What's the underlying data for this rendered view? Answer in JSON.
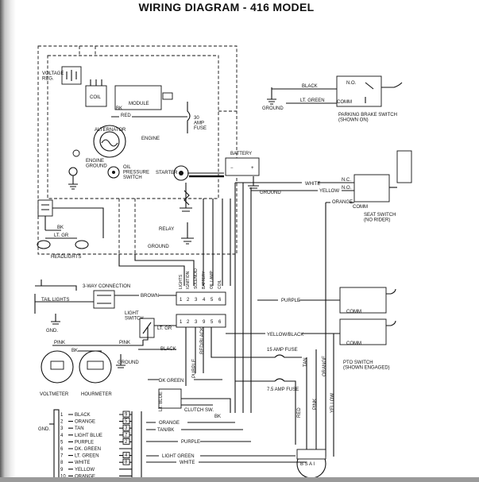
{
  "title": "WIRING DIAGRAM - 416 MODEL",
  "components": {
    "voltage_reg": "VOLTAGE\nREG.",
    "coil": "COIL",
    "bk": "BK",
    "module": "MODULE",
    "red": "RED",
    "fuse30": "30\nAMP\nFUSE",
    "alternator": "ALTERNATOR",
    "engine": "ENGINE",
    "battery": "BATTERY",
    "engine_ground": "ENGINE\nGROUND",
    "oil_pressure": "OIL\nPRESSURE\nSWITCH",
    "starter": "STARTER",
    "relay": "RELAY",
    "ground": "GROUND",
    "lt_gr": "LT. GR",
    "headlights": "HEADLIGHTS",
    "three_way": "3-WAY CONNECTION",
    "brown": "BROWN",
    "tail_lights": "TAIL LIGHTS",
    "gnd": "GND.",
    "light_switch": "LIGHT\nSWITCH",
    "pink": "PINK",
    "black": "BLACK",
    "voltmeter": "VOLTMETER",
    "hourmeter": "HOURMETER",
    "dk_green": "DK GREEN",
    "lt_blue": "LT. BLUE",
    "clutch_sw": "CLUTCH SW.",
    "purple": "PURPLE",
    "red_black": "RED/BLACK",
    "fuse15": "15 AMP FUSE",
    "fuse75": "7.5 AMP FUSE",
    "tan": "TAN",
    "orange": "ORANGE",
    "yellow": "YELLOW",
    "white": "WHITE",
    "lt_green": "LT. GREEN",
    "yellow_black": "YELLOW/BLACK",
    "parking_brake": "PARKING BRAKE SWITCH\n(SHOWN ON)",
    "seat_switch": "SEAT SWITCH\n(NO RIDER)",
    "pto_switch": "PTO SWITCH\n(SHOWN ENGAGED)",
    "nc": "N.C.",
    "no": "N.O.",
    "comm": "COMM",
    "tan_bk": "TAN/BK",
    "light_green": "LIGHT GREEN",
    "key_letters": "B S A I"
  },
  "terminal_block": {
    "labels": [
      "LIGHTS",
      "IGNITION",
      "SOLENOID",
      "BATTERY",
      "OIL LAMP",
      "COIL"
    ],
    "top_numbers": [
      "1",
      "2",
      "3",
      "4",
      "5",
      "6"
    ],
    "bottom_numbers": [
      "1",
      "2",
      "3",
      "9",
      "5",
      "6"
    ]
  },
  "harness": [
    {
      "num": "1",
      "color": "BLACK",
      "pin": "9"
    },
    {
      "num": "2",
      "color": "ORANGE",
      "pin": "5"
    },
    {
      "num": "3",
      "color": "TAN",
      "pin": "3"
    },
    {
      "num": "4",
      "color": "LIGHT BLUE",
      "pin": "7"
    },
    {
      "num": "5",
      "color": "PURPLE",
      "pin": "2"
    },
    {
      "num": "6",
      "color": "DK. GREEN",
      "pin": ""
    },
    {
      "num": "7",
      "color": "LT. GREEN",
      "pin": "4"
    },
    {
      "num": "8",
      "color": "WHITE",
      "pin": "8"
    },
    {
      "num": "9",
      "color": "YELLOW",
      "pin": ""
    },
    {
      "num": "10",
      "color": "ORANGE",
      "pin": ""
    }
  ]
}
